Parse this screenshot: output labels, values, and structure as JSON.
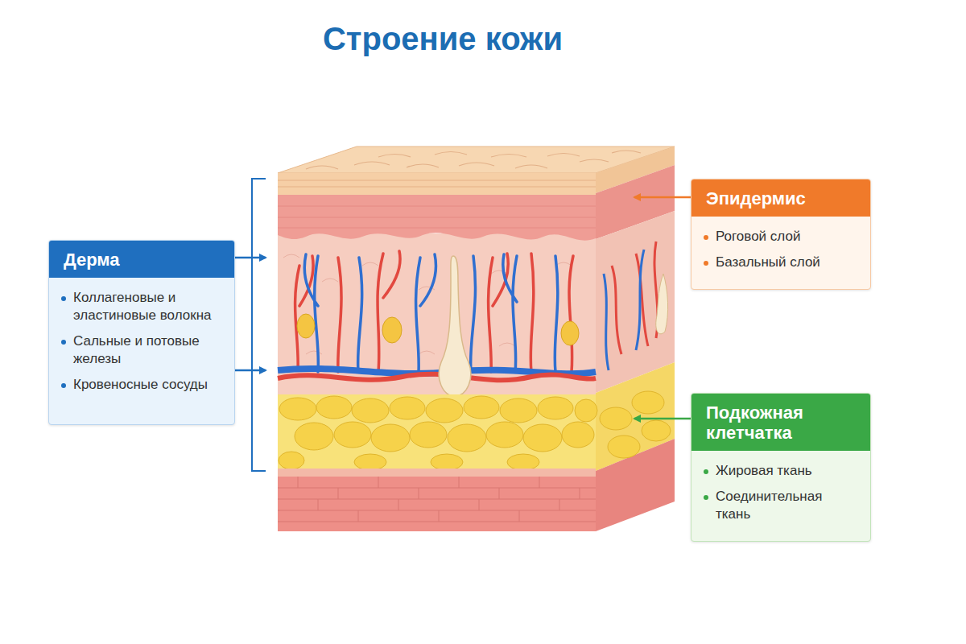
{
  "diagram": {
    "title": "Строение кожи",
    "nodes": [
      {
        "text": [
          "Эпидермис",
          "Роговой слой",
          "Базальный слой"
        ]
      },
      {
        "text": [
          "Дерма",
          "Коллагеновые и эластиновые волокна",
          "Сальные и потовые железы",
          "Кровеносные сосуды"
        ]
      },
      {
        "text": [
          "Подкожная клетчатка",
          "Жировая ткань",
          "Соединительная ткань"
        ]
      }
    ]
  }
}
